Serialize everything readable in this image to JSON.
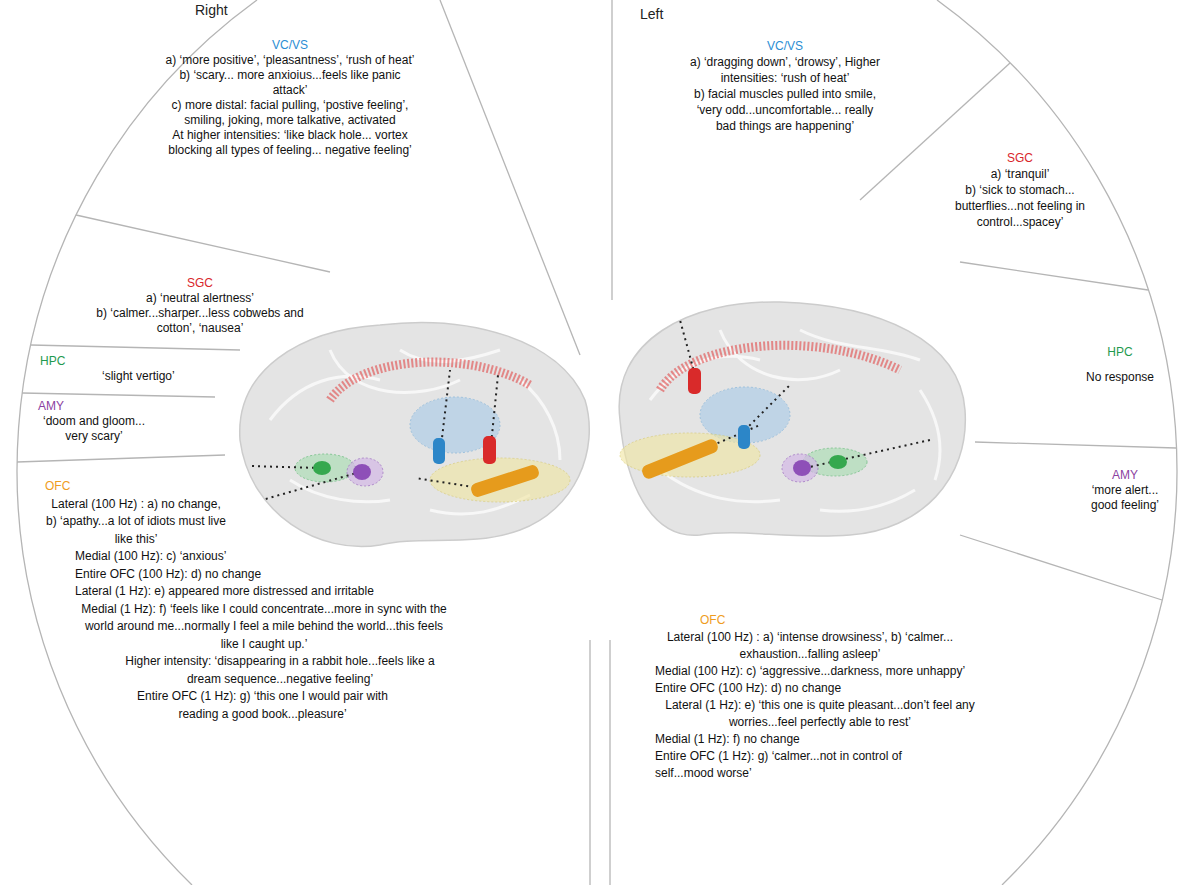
{
  "diagram": {
    "nodes": [
      {
        "text": [
          "VC/VS",
          "a) ‘more positive’, ‘pleasantness’, ‘rush of heat’",
          "b) ‘scary... more anxioius...feels like panic attack’",
          "c) more distal: facial pulling, ‘postive feeling’, smiling, joking, more talkative, activated",
          "At higher intensities: ‘like black hole... vortex blocking all types of feeling... negative feeling’"
        ]
      },
      {
        "text": [
          "SGC",
          "a) ‘neutral alertness’",
          "b) ‘calmer...sharper...less cobwebs and cotton’, ‘nausea’"
        ]
      },
      {
        "text": [
          "HPC",
          "‘slight vertigo’"
        ]
      },
      {
        "text": [
          "AMY",
          "‘doom and gloom... very scary’"
        ]
      },
      {
        "text": [
          "OFC",
          "Lateral (100 Hz) : a) no change, b) ‘apathy...a lot of idiots must live like this’",
          "Medial (100 Hz): c) ‘anxious’",
          "Entire OFC (100 Hz): d) no change",
          "Lateral (1 Hz): e) appeared more distressed and irritable",
          "Medial (1 Hz): f) ‘feels like I could concentrate...more in sync with the world around me...normally I feel a mile behind the world...this feels like I caught up.’",
          "Higher intensity: ‘disappearing in a rabbit hole...feels like a dream sequence...negative feeling’",
          "Entire OFC (1 Hz): g) ‘this one I would pair with reading a good book...pleasure’"
        ]
      },
      {
        "text": [
          "VC/VS",
          "a) ‘dragging down’, ‘drowsy’, Higher intensities: ‘rush of heat’",
          "b) facial muscles pulled into smile, ‘very odd...uncomfortable... really bad things are happening’"
        ]
      },
      {
        "text": [
          "SGC",
          "a) ‘tranquil’",
          "b) ‘sick to stomach... butterflies...not feeling in control...spacey’"
        ]
      },
      {
        "text": [
          "HPC",
          "No response"
        ]
      },
      {
        "text": [
          "AMY",
          "‘more alert... good feeling’"
        ]
      },
      {
        "text": [
          "OFC",
          "Lateral (100 Hz) : a) ‘intense drowsiness’, b) ‘calmer... exhaustion...falling asleep’",
          "Medial (100 Hz): c) ‘aggressive...darkness, more unhappy’",
          "Entire OFC (100 Hz): d) no change",
          "Lateral (1 Hz): e) ‘this one is quite pleasant...don’t feel any worries...feel perfectly able to rest’",
          "Medial (1 Hz): f) no change",
          "Entire OFC (1 Hz): g) ‘calmer...not in control of self...mood worse’"
        ]
      }
    ],
    "labels": [
      "Right",
      "Left"
    ]
  }
}
